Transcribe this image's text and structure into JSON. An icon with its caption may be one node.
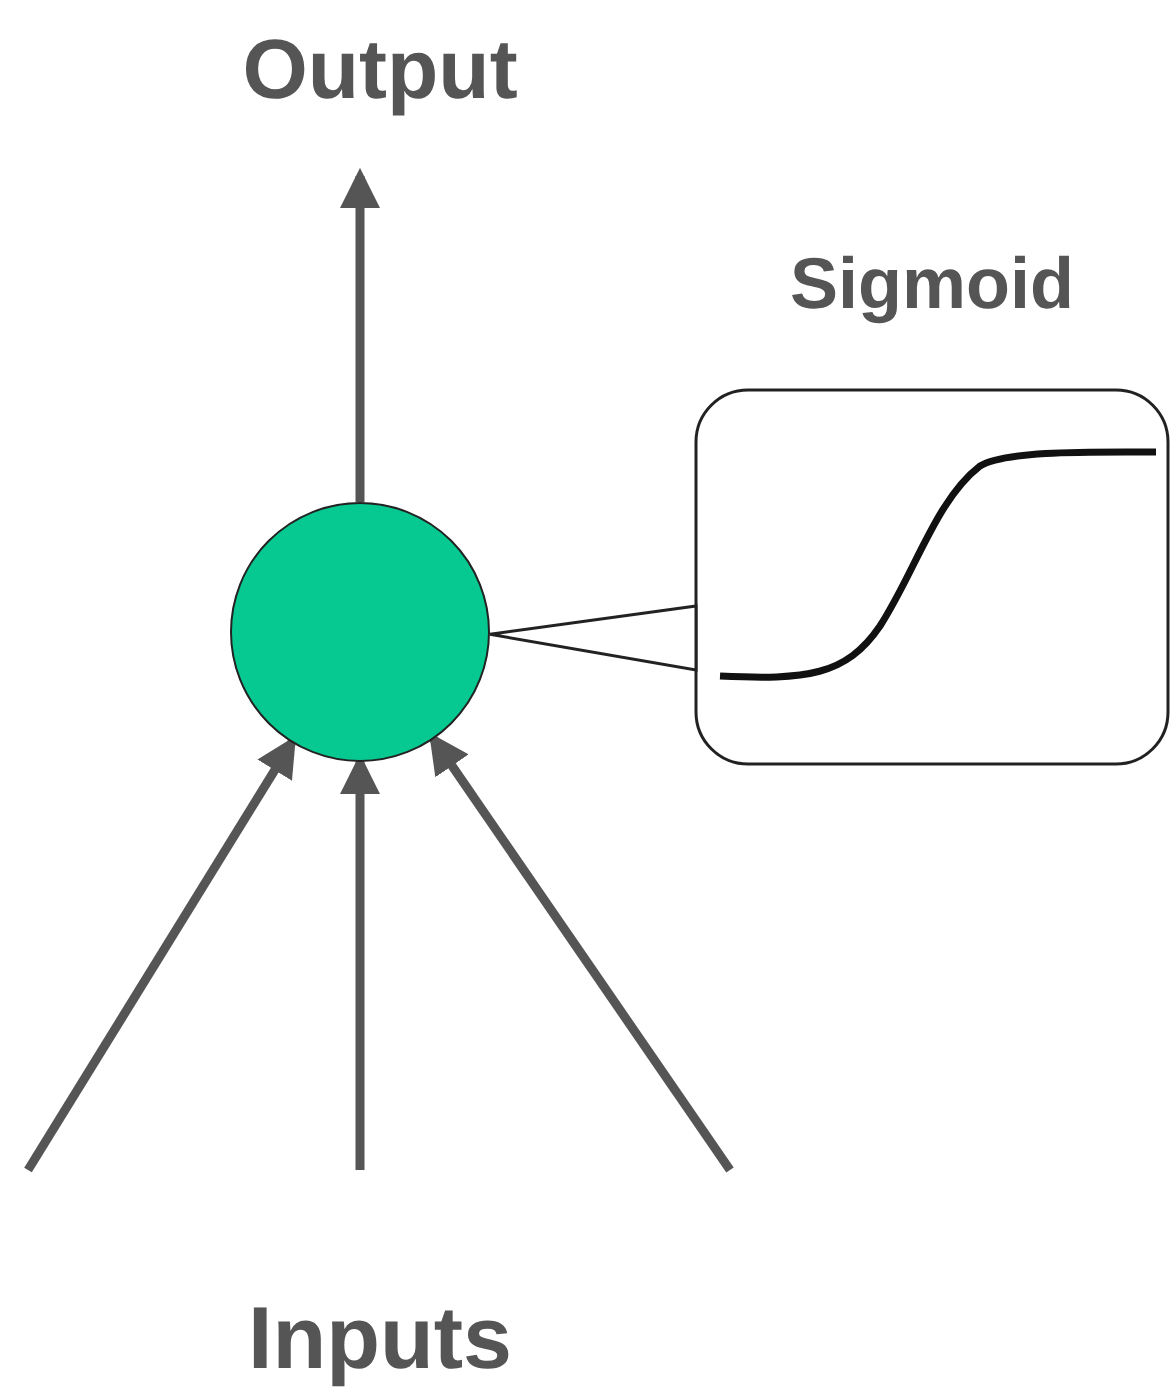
{
  "diagram": {
    "nodes": [
      {
        "text": [],
        "shape": "circle"
      },
      {
        "text": [
          "Sigmoid"
        ]
      }
    ],
    "edges": [
      {
        "from": 0,
        "to": null,
        "arrow": "to"
      },
      {
        "from": null,
        "to": 0,
        "arrow": "to"
      },
      {
        "from": null,
        "to": 0,
        "arrow": "to"
      },
      {
        "from": null,
        "to": 0,
        "arrow": "to"
      },
      {
        "from": 1,
        "to": 0,
        "arrow": "none"
      }
    ],
    "labels": [
      "Output",
      "Inputs"
    ]
  }
}
